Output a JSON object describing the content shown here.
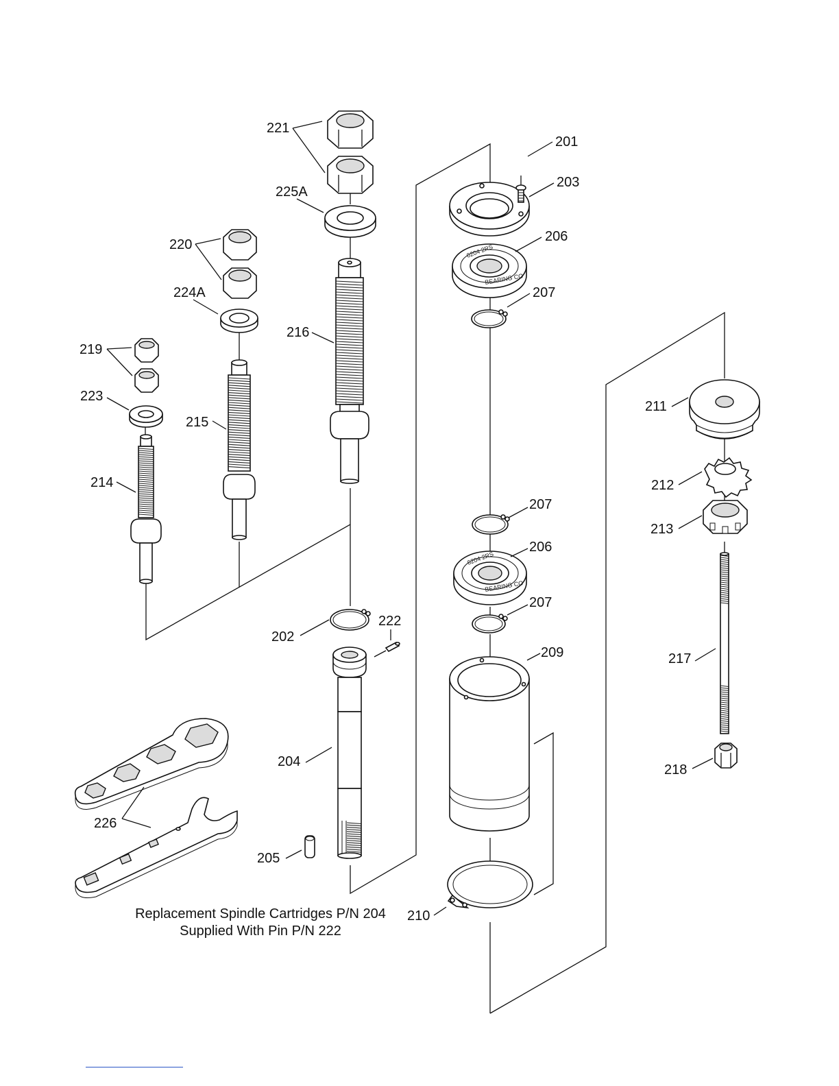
{
  "callouts": {
    "c201": "201",
    "c203": "203",
    "c206a": "206",
    "c207a": "207",
    "c221": "221",
    "c225A": "225A",
    "c220": "220",
    "c224A": "224A",
    "c216": "216",
    "c219": "219",
    "c223": "223",
    "c215": "215",
    "c214": "214",
    "c211": "211",
    "c212": "212",
    "c213": "213",
    "c207b": "207",
    "c206b": "206",
    "c207c": "207",
    "c209": "209",
    "c202": "202",
    "c222": "222",
    "c217": "217",
    "c204": "204",
    "c218": "218",
    "c226": "226",
    "c205": "205",
    "c210": "210"
  },
  "note": {
    "line1": "Replacement Spindle Cartridges P/N 204",
    "line2": "Supplied With Pin P/N 222"
  },
  "colors": {
    "ink": "#111111",
    "footer_rule": "#2a56c6"
  }
}
